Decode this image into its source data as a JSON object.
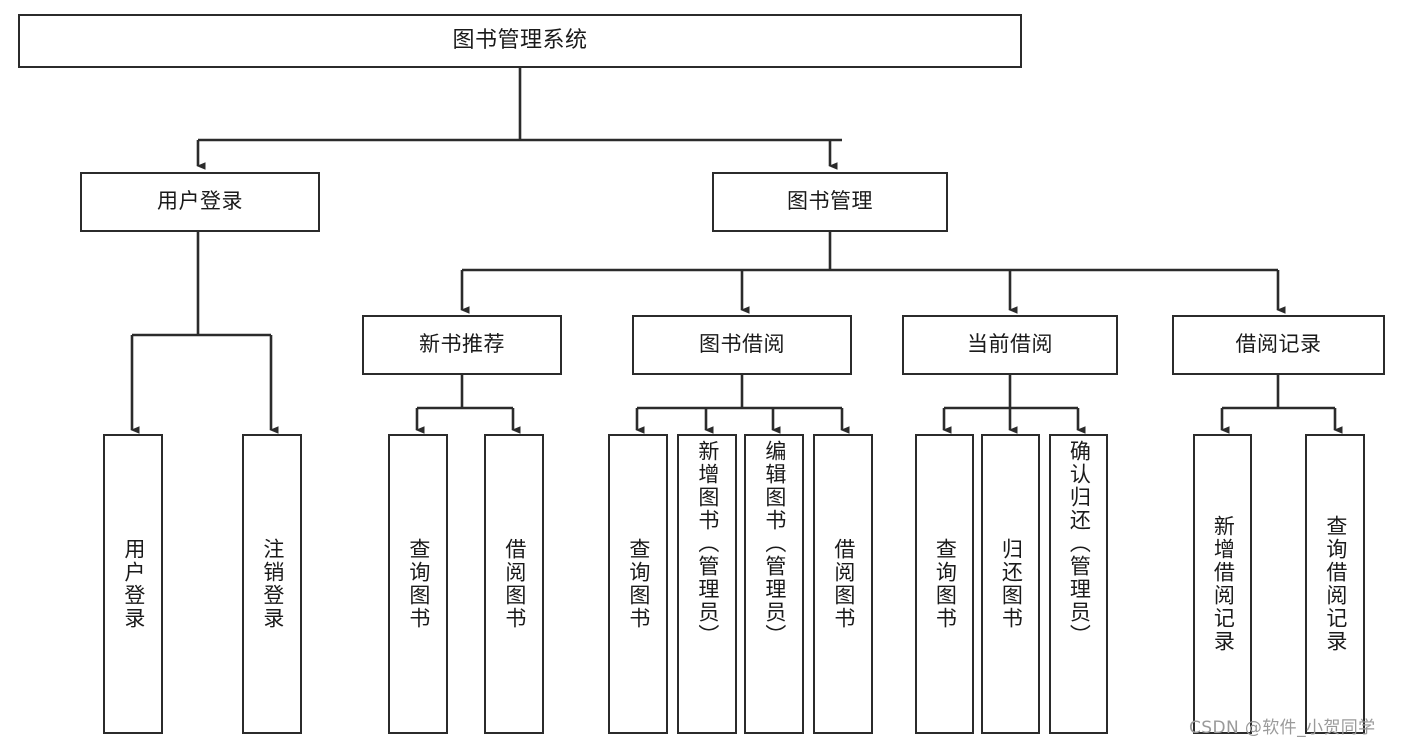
{
  "diagram": {
    "type": "tree",
    "title": "图书管理系统",
    "root": {
      "id": "root",
      "label": "图书管理系统"
    },
    "level2": [
      {
        "id": "user-login",
        "label": "用户登录"
      },
      {
        "id": "book-manage",
        "label": "图书管理"
      }
    ],
    "level3": [
      {
        "id": "new-book-rec",
        "label": "新书推荐",
        "parent": "book-manage"
      },
      {
        "id": "book-borrow",
        "label": "图书借阅",
        "parent": "book-manage"
      },
      {
        "id": "current-borrow",
        "label": "当前借阅",
        "parent": "book-manage"
      },
      {
        "id": "borrow-record",
        "label": "借阅记录",
        "parent": "book-manage"
      }
    ],
    "leaves": [
      {
        "id": "leaf-user-login",
        "label": "用户登录",
        "parent": "user-login"
      },
      {
        "id": "leaf-logout",
        "label": "注销登录",
        "parent": "user-login"
      },
      {
        "id": "leaf-query-book-rec",
        "label": "查询图书",
        "parent": "new-book-rec"
      },
      {
        "id": "leaf-borrow-book-rec",
        "label": "借阅图书",
        "parent": "new-book-rec"
      },
      {
        "id": "leaf-query-book-borrow",
        "label": "查询图书",
        "parent": "book-borrow"
      },
      {
        "id": "leaf-add-book",
        "label": "新增图书（管理员）",
        "parent": "book-borrow"
      },
      {
        "id": "leaf-edit-book",
        "label": "编辑图书（管理员）",
        "parent": "book-borrow"
      },
      {
        "id": "leaf-borrow-book",
        "label": "借阅图书",
        "parent": "book-borrow"
      },
      {
        "id": "leaf-query-book-current",
        "label": "查询图书",
        "parent": "current-borrow"
      },
      {
        "id": "leaf-return-book",
        "label": "归还图书",
        "parent": "current-borrow"
      },
      {
        "id": "leaf-confirm-return",
        "label": "确认归还（管理员）",
        "parent": "current-borrow"
      },
      {
        "id": "leaf-add-record",
        "label": "新增借阅记录",
        "parent": "borrow-record"
      },
      {
        "id": "leaf-query-record",
        "label": "查询借阅记录",
        "parent": "borrow-record"
      }
    ],
    "colors": {
      "box_border": "#2b2b2b",
      "box_fill": "#ffffff",
      "connector": "#2b2b2b",
      "text": "#1a1a1a",
      "watermark": "#9a9a9a",
      "background": "#ffffff"
    }
  },
  "watermark": {
    "text": "CSDN @软件_小贺同学"
  }
}
